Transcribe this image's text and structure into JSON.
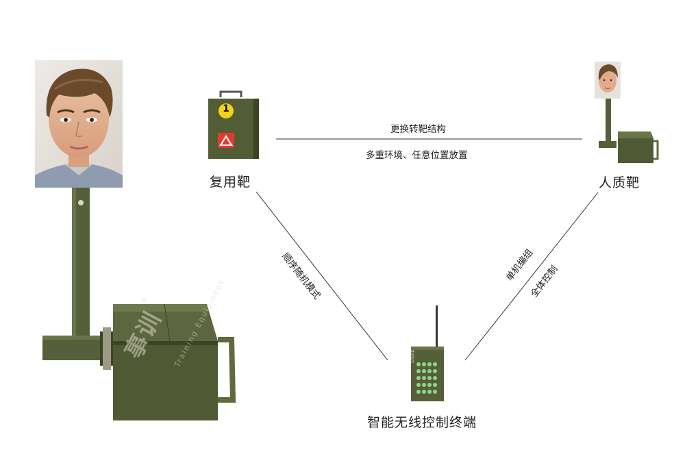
{
  "nodes": {
    "reuse_target": {
      "label": "复用靶"
    },
    "hostage_target": {
      "label": "人质靶"
    },
    "controller": {
      "label": "智能无线控制终端"
    }
  },
  "edges": {
    "top_above": "更换转靶结构",
    "top_below": "多重环境、任意位置放置",
    "left": "顺序随机模式",
    "right_a": "单机编组",
    "right_b": "全体控制"
  },
  "device_marks": {
    "reuse_box_number": "1",
    "brand_cn": "事训",
    "brand_tm": "®",
    "brand_en": "Training Equipment",
    "controller_en": "Equip"
  },
  "colors": {
    "olive": "#4f5a34",
    "olive_dark": "#3b4425",
    "olive_light": "#6a7448",
    "line": "#333333",
    "badge_yellow": "#f2d21a"
  }
}
